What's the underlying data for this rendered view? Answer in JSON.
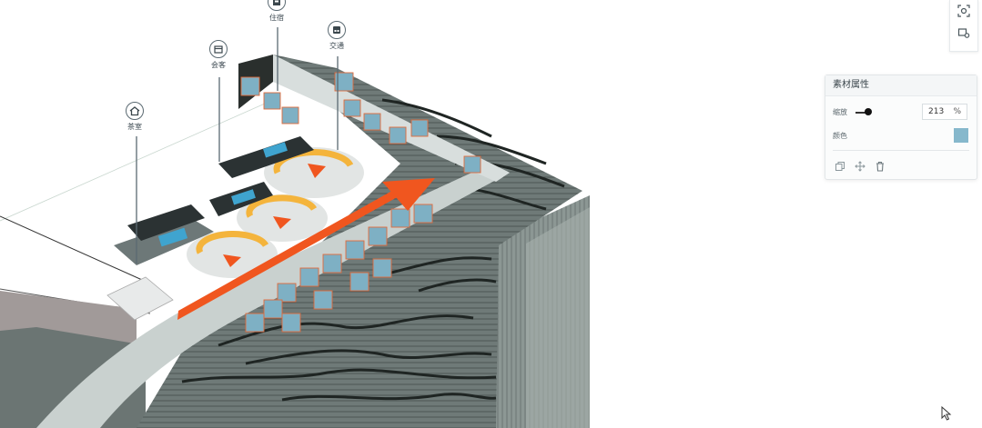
{
  "markers": [
    {
      "id": "chashi",
      "label": "茶室",
      "icon": "house-icon"
    },
    {
      "id": "huike",
      "label": "会客",
      "icon": "store-icon"
    },
    {
      "id": "zhusu",
      "label": "住宿",
      "icon": "bed-icon"
    },
    {
      "id": "jiaotong",
      "label": "交通",
      "icon": "building-icon"
    }
  ],
  "toolbar": {
    "tools": [
      "focus-icon",
      "camera-settings-icon"
    ]
  },
  "panel": {
    "title": "素材属性",
    "scale_label": "缩放",
    "scale_value": "213",
    "scale_unit": "%",
    "color_label": "颜色",
    "color_value": "#86b8cc",
    "actions": [
      "copy-icon",
      "move-icon",
      "delete-icon"
    ]
  },
  "colors": {
    "accent_arrow": "#f0561f",
    "highlight_ring": "#f4b43c",
    "building_blue": "#3fa4cf"
  }
}
